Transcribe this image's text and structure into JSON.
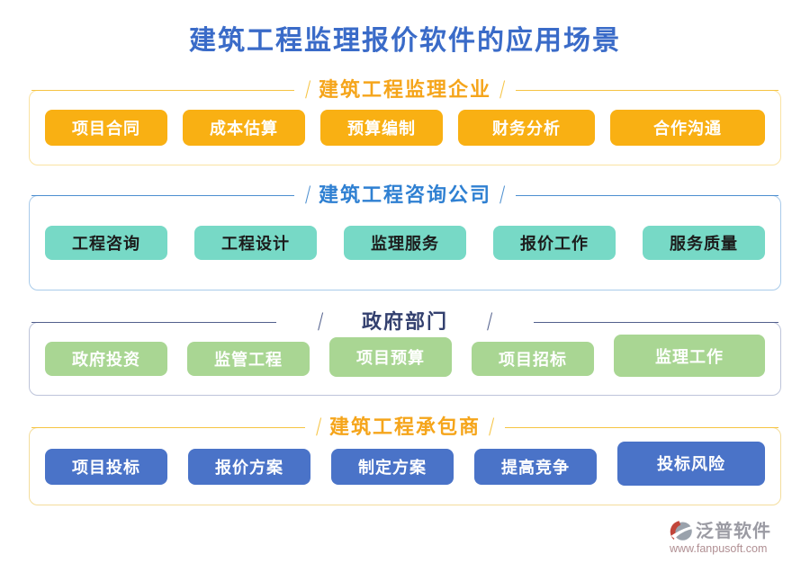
{
  "page_title": "建筑工程监理报价软件的应用场景",
  "title_color": "#3A6BC8",
  "decor": {
    "slash": "/"
  },
  "sections": [
    {
      "title": "建筑工程监理企业",
      "items": [
        "项目合同",
        "成本估算",
        "预算编制",
        "财务分析",
        "合作沟通"
      ],
      "colors": {
        "accent": "#F5A51B",
        "line": "#F6C443",
        "border": "#FAE3A3",
        "button_bg": "#F9B013",
        "button_text": "#FFFFFF"
      }
    },
    {
      "title": "建筑工程咨询公司",
      "items": [
        "工程咨询",
        "工程设计",
        "监理服务",
        "报价工作",
        "服务质量"
      ],
      "colors": {
        "accent": "#2F80D2",
        "line": "#4D8FD0",
        "border": "#A9CBEA",
        "button_bg": "#77D9C6",
        "button_text": "#1C1C1C"
      }
    },
    {
      "title": "政府部门",
      "items": [
        "政府投资",
        "监管工程",
        "项目预算",
        "项目招标",
        "监理工作"
      ],
      "colors": {
        "accent": "#33406F",
        "line": "#525F8C",
        "border": "#BDC4DA",
        "button_bg": "#A9D693",
        "button_text": "#FFFFFF"
      }
    },
    {
      "title": "建筑工程承包商",
      "items": [
        "项目投标",
        "报价方案",
        "制定方案",
        "提高竞争",
        "投标风险"
      ],
      "colors": {
        "accent": "#F5A51B",
        "line": "#F6C443",
        "border": "#F4DD9C",
        "button_bg": "#4A73C8",
        "button_text": "#FFFFFF"
      }
    }
  ],
  "watermark": {
    "brand": "泛普软件",
    "url": "www.fanpusoft.com",
    "text_color": "#9B9BA3",
    "url_color": "#B08F93",
    "logo_red": "#C2453A",
    "logo_gray": "#9AA2AC"
  }
}
